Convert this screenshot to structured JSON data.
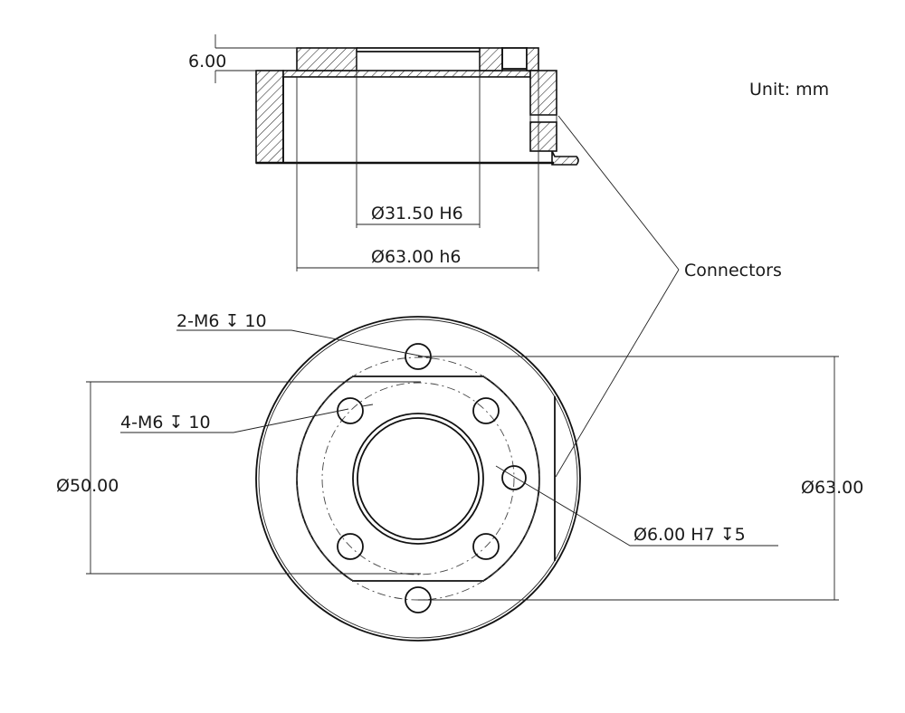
{
  "labels": {
    "dim_thickness": "6.00",
    "unit": "Unit:  mm",
    "dim_bore": "Ø31.50  H6",
    "dim_outer_fit": "Ø63.00  h6",
    "connectors": "Connectors",
    "thread_2": "2-M6  ↧ 10",
    "thread_4": "4-M6  ↧ 10",
    "dim_bolt_circle": "Ø50.00",
    "dim_outer": "Ø63.00",
    "pin_hole": "Ø6.00  H7  ↧5"
  },
  "colors": {
    "line": "#111111",
    "background": "#ffffff"
  }
}
